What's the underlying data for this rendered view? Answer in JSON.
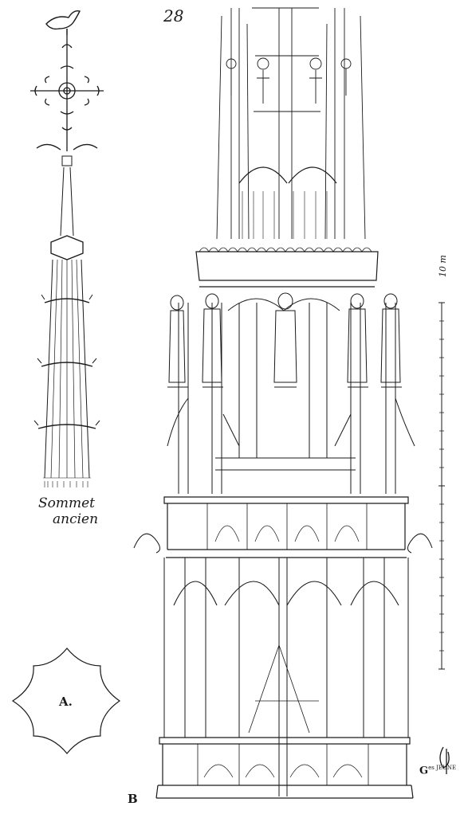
{
  "plate": {
    "page_number": "28",
    "caption_line1": "Sommet",
    "caption_line2": "ancien",
    "label_a": "A.",
    "label_b": "B",
    "scale_label": "10 m",
    "signature_main": "G",
    "signature_small": "es JEUNE",
    "ink_color": "#1a1a1a",
    "paper_color": "#ffffff"
  }
}
